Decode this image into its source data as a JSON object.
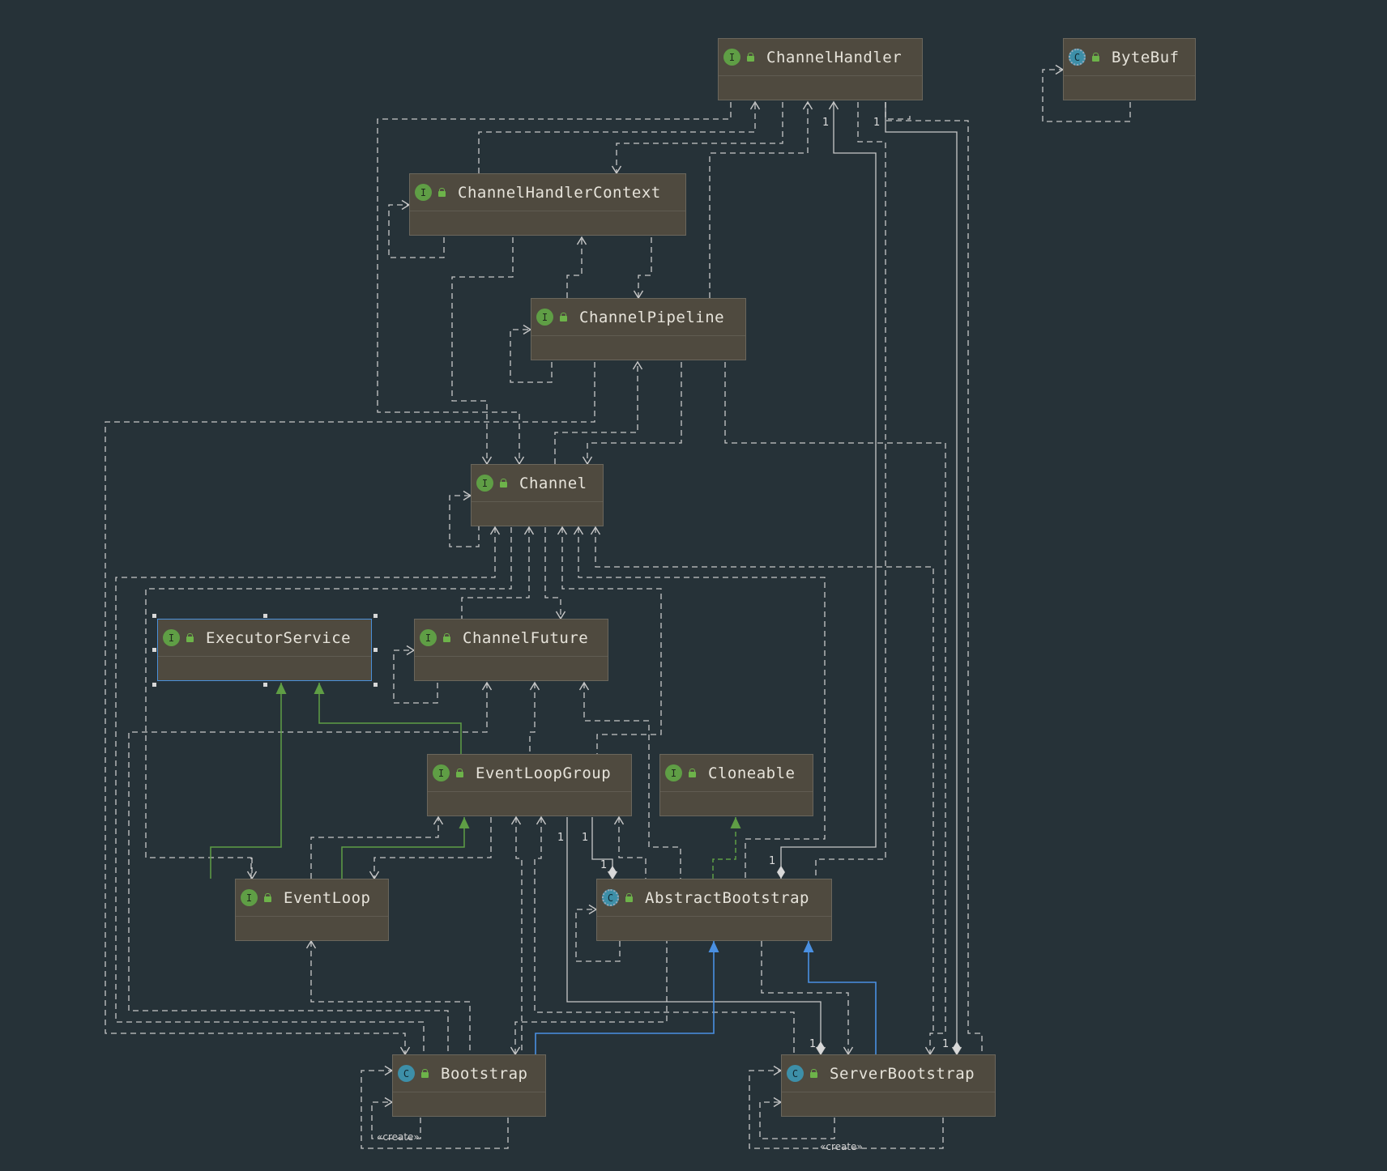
{
  "diagram": {
    "nodes": [
      {
        "id": "ChannelHandler",
        "label": "ChannelHandler",
        "kind": "interface",
        "badge": "I"
      },
      {
        "id": "ByteBuf",
        "label": "ByteBuf",
        "kind": "abstract",
        "badge": "C"
      },
      {
        "id": "ChannelHandlerContext",
        "label": "ChannelHandlerContext",
        "kind": "interface",
        "badge": "I"
      },
      {
        "id": "ChannelPipeline",
        "label": "ChannelPipeline",
        "kind": "interface",
        "badge": "I"
      },
      {
        "id": "Channel",
        "label": "Channel",
        "kind": "interface",
        "badge": "I"
      },
      {
        "id": "ExecutorService",
        "label": "ExecutorService",
        "kind": "interface",
        "badge": "I",
        "selected": true
      },
      {
        "id": "ChannelFuture",
        "label": "ChannelFuture",
        "kind": "interface",
        "badge": "I"
      },
      {
        "id": "EventLoopGroup",
        "label": "EventLoopGroup",
        "kind": "interface",
        "badge": "I"
      },
      {
        "id": "Cloneable",
        "label": "Cloneable",
        "kind": "interface",
        "badge": "I"
      },
      {
        "id": "EventLoop",
        "label": "EventLoop",
        "kind": "interface",
        "badge": "I"
      },
      {
        "id": "AbstractBootstrap",
        "label": "AbstractBootstrap",
        "kind": "abstract",
        "badge": "C"
      },
      {
        "id": "Bootstrap",
        "label": "Bootstrap",
        "kind": "class",
        "badge": "C"
      },
      {
        "id": "ServerBootstrap",
        "label": "ServerBootstrap",
        "kind": "class",
        "badge": "C"
      }
    ],
    "multiplicities": [
      "1",
      "1",
      "1",
      "1",
      "1",
      "1",
      "1",
      "1"
    ],
    "stereotypes": [
      "«create»",
      "«create»"
    ],
    "colors": {
      "background": "#263238",
      "node_fill": "#4f4a3f",
      "dependency": "#c8c8c8",
      "realization_interface": "#5f9e45",
      "realization_class": "#4a90e2",
      "selection": "#4a90d9"
    }
  }
}
